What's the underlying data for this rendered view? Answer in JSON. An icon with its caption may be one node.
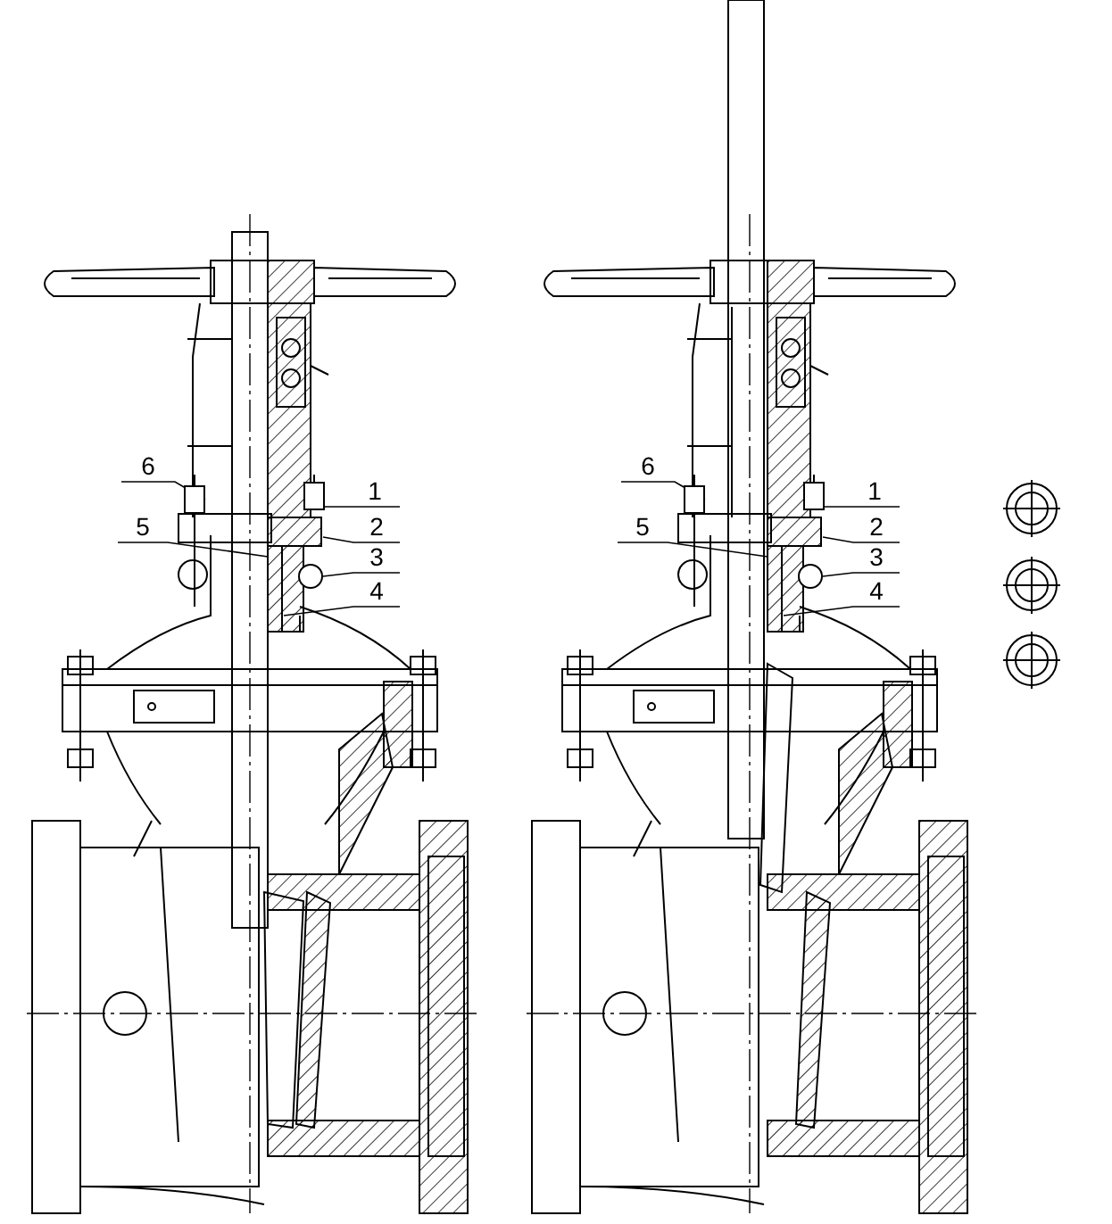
{
  "diagram": {
    "nodes": [
      {
        "text": [
          "6"
        ]
      },
      {
        "text": [
          "1"
        ]
      },
      {
        "text": [
          "5"
        ]
      },
      {
        "text": [
          "2"
        ]
      },
      {
        "text": [
          "3"
        ]
      },
      {
        "text": [
          "4"
        ]
      },
      {
        "text": [
          "6"
        ]
      },
      {
        "text": [
          "1"
        ]
      },
      {
        "text": [
          "5"
        ]
      },
      {
        "text": [
          "2"
        ]
      },
      {
        "text": [
          "3"
        ]
      },
      {
        "text": [
          "4"
        ]
      },
      {
        "text": [],
        "shape": "box"
      },
      {
        "text": [],
        "shape": "box"
      },
      {
        "text": [],
        "shape": "circle"
      },
      {
        "text": [],
        "shape": "box"
      },
      {
        "text": [],
        "shape": "box"
      },
      {
        "text": [],
        "shape": "circle"
      }
    ],
    "edges": [
      {
        "from": 0,
        "to": 12,
        "arrow": "none"
      },
      {
        "from": 1,
        "to": 13,
        "arrow": "none"
      },
      {
        "from": 2,
        "to": null,
        "arrow": "none"
      },
      {
        "from": 3,
        "to": null,
        "arrow": "none"
      },
      {
        "from": 4,
        "to": 14,
        "arrow": "none"
      },
      {
        "from": 5,
        "to": null,
        "arrow": "none"
      },
      {
        "from": 6,
        "to": 15,
        "arrow": "none"
      },
      {
        "from": 7,
        "to": 16,
        "arrow": "none"
      },
      {
        "from": 8,
        "to": null,
        "arrow": "none"
      },
      {
        "from": 9,
        "to": null,
        "arrow": "none"
      },
      {
        "from": 10,
        "to": 17,
        "arrow": "none"
      },
      {
        "from": 11,
        "to": null,
        "arrow": "none"
      }
    ]
  }
}
